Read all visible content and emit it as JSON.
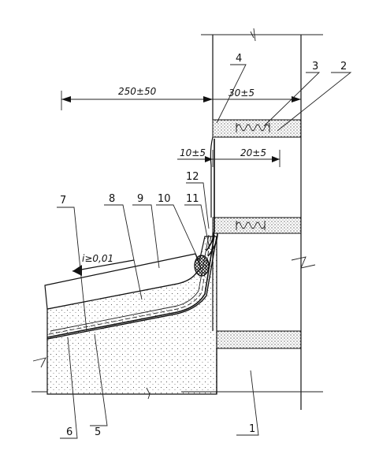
{
  "dimensions": {
    "overhang": "250±50",
    "depth": "30±5",
    "gap_small": "10±5",
    "gap_large": "20±5"
  },
  "slope": "i≥0,01",
  "callouts": [
    "1",
    "2",
    "3",
    "4",
    "5",
    "6",
    "7",
    "8",
    "9",
    "10",
    "11",
    "12"
  ]
}
